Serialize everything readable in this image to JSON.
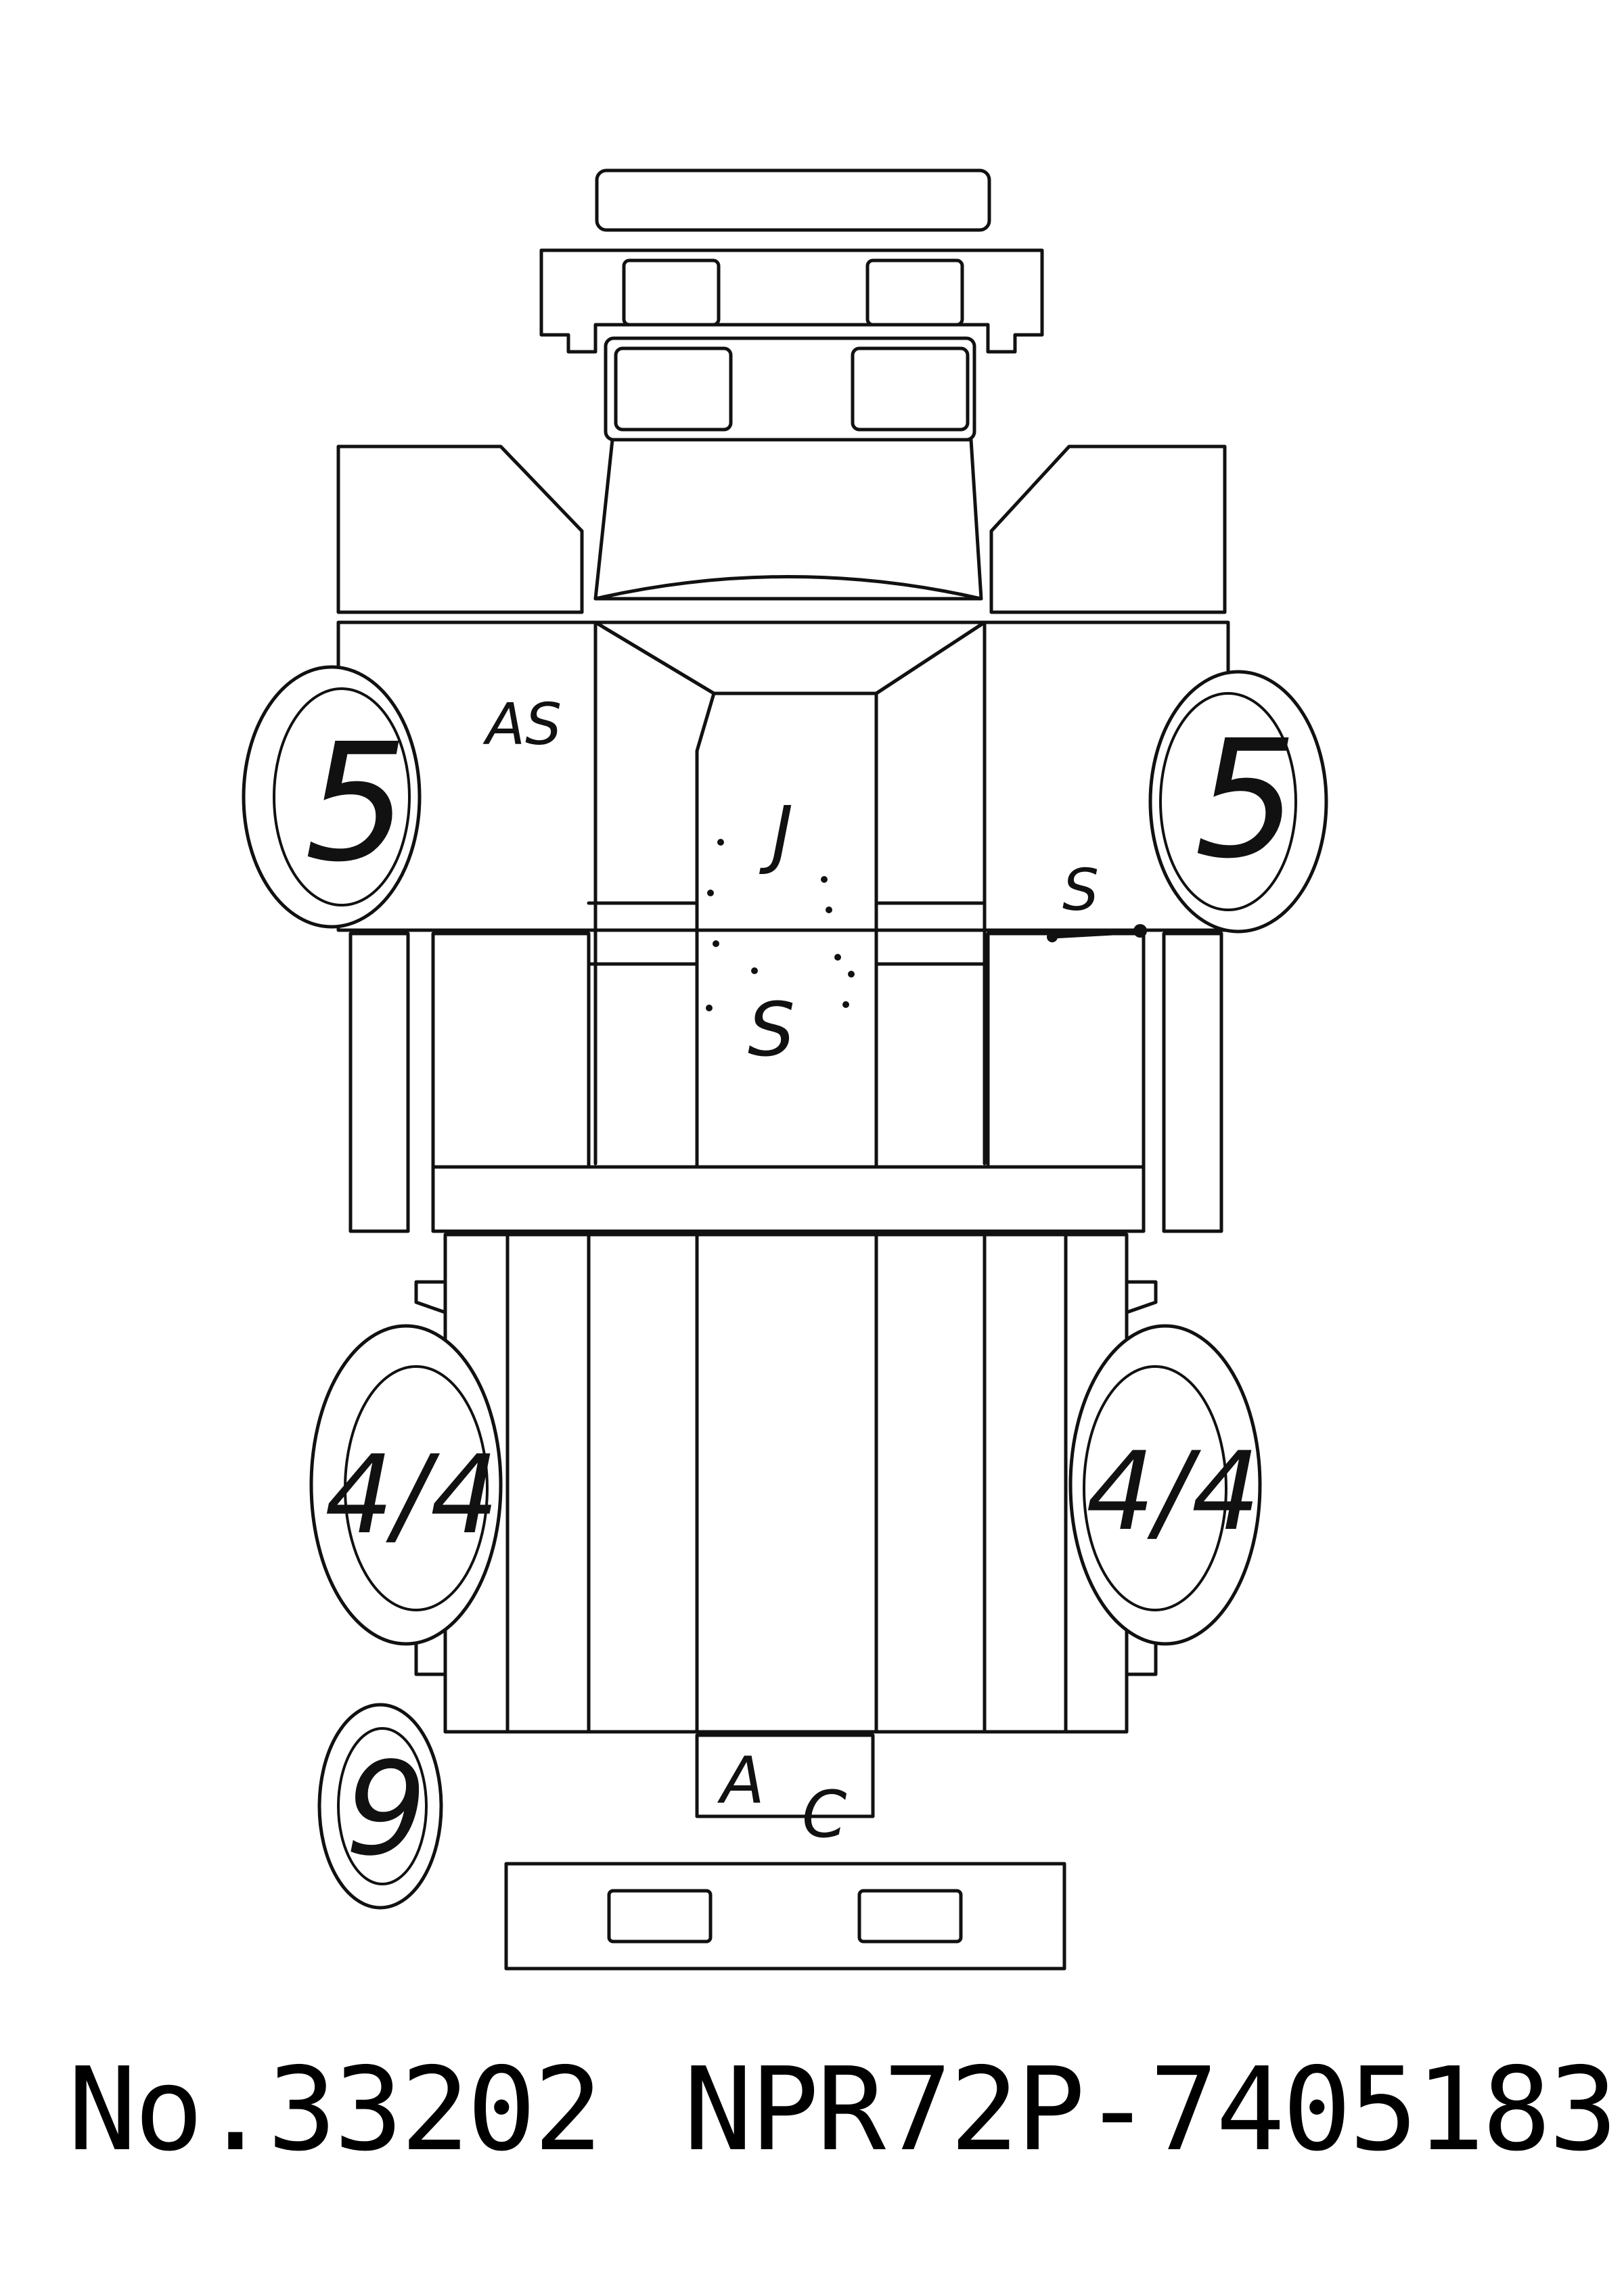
{
  "annotations": {
    "front_left_tire": "5",
    "front_right_tire": "5",
    "rear_left_tire": "4/4",
    "rear_right_tire": "4/4",
    "spare_tire": "9",
    "left_fender_mark": "AS",
    "cab_floor_mark_top": "J",
    "cab_floor_mark_bottom": "S",
    "right_side_mark": "S",
    "rear_panel_mark_a": "A",
    "rear_panel_mark_c": "C"
  },
  "footer": {
    "lot_number": "No.33202",
    "chassis_number": "NPR72P-7405183"
  }
}
